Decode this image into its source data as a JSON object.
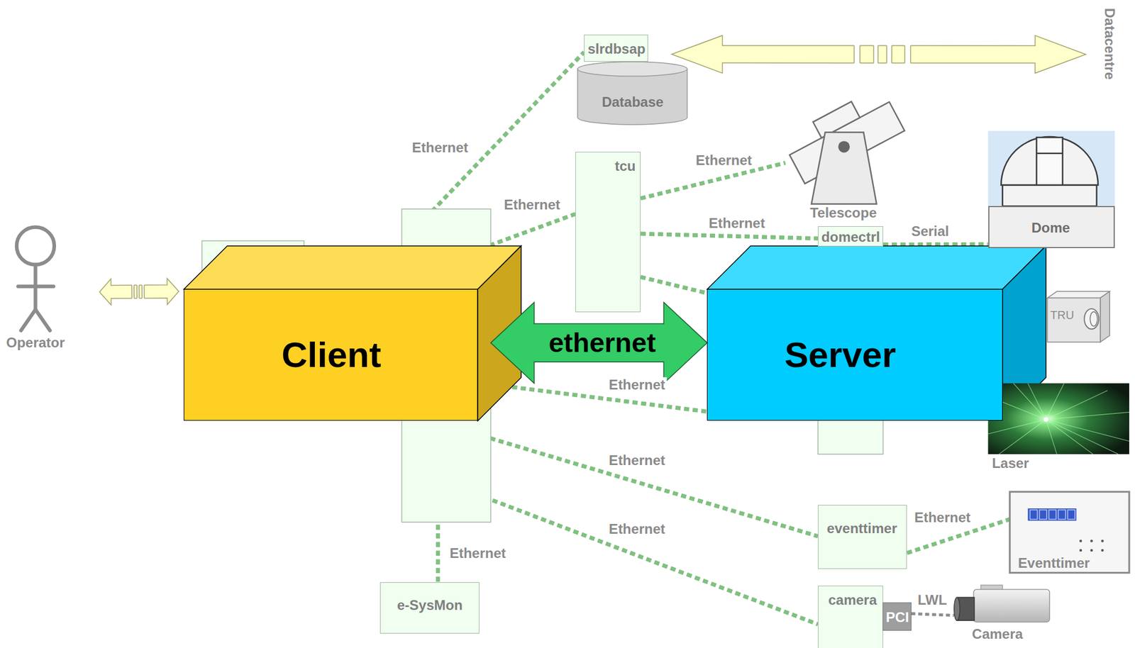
{
  "diagram": {
    "nodes": [
      {
        "text": [
          "Operator"
        ]
      },
      {
        "text": [
          "Client"
        ]
      },
      {
        "text": [
          "slrdbsap"
        ]
      },
      {
        "text": [
          "Database"
        ]
      },
      {
        "text": [
          "tcu"
        ]
      },
      {
        "text": [
          "Telescope"
        ]
      },
      {
        "text": [
          "Dome"
        ]
      },
      {
        "text": [
          "domectrl"
        ]
      },
      {
        "text": [
          "Server"
        ]
      },
      {
        "text": [
          "TRU"
        ]
      },
      {
        "text": [
          "Laser"
        ]
      },
      {
        "text": [
          "eventtimer"
        ]
      },
      {
        "text": [
          "Eventtimer"
        ]
      },
      {
        "text": [
          "e-SysMon"
        ]
      },
      {
        "text": [
          "camera"
        ]
      },
      {
        "text": [
          "PCI"
        ]
      },
      {
        "text": [
          "Camera"
        ]
      },
      {
        "text": [
          "Datacentre"
        ]
      }
    ],
    "edges": [
      {
        "from": 0,
        "to": 1,
        "arrow": "both"
      },
      {
        "from": 1,
        "to": 8,
        "label": "ethernet",
        "arrow": "both"
      },
      {
        "from": 1,
        "to": 2,
        "label": "Ethernet",
        "arrow": "none"
      },
      {
        "from": 1,
        "to": 4,
        "label": "Ethernet",
        "arrow": "none"
      },
      {
        "from": 1,
        "to": 8,
        "label": "Ethernet",
        "arrow": "none"
      },
      {
        "from": 1,
        "to": 11,
        "label": "Ethernet",
        "arrow": "none"
      },
      {
        "from": 1,
        "to": 14,
        "label": "Ethernet",
        "arrow": "none"
      },
      {
        "from": 1,
        "to": 13,
        "label": "Ethernet",
        "arrow": "none"
      },
      {
        "from": 4,
        "to": 5,
        "label": "Ethernet",
        "arrow": "none"
      },
      {
        "from": 4,
        "to": 7,
        "label": "Ethernet",
        "arrow": "none"
      },
      {
        "from": 7,
        "to": 6,
        "label": "Serial",
        "arrow": "none"
      },
      {
        "from": 11,
        "to": 12,
        "label": "Ethernet",
        "arrow": "none"
      },
      {
        "from": 15,
        "to": 16,
        "label": "LWL",
        "arrow": "none"
      },
      {
        "from": 2,
        "to": 17,
        "arrow": "both"
      }
    ]
  }
}
